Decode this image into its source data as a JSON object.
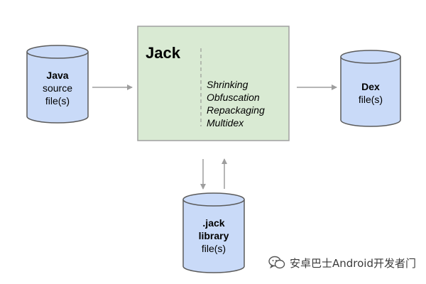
{
  "colors": {
    "cylinder_fill": "#c9daf8",
    "cylinder_stroke": "#5b5b5b",
    "jack_box_fill": "#d9ead3",
    "jack_box_stroke": "#a0a0a0",
    "arrow": "#9e9e9e"
  },
  "java_source": {
    "title": "Java",
    "line2": "source",
    "line3": "file(s)"
  },
  "jack": {
    "title": "Jack",
    "features": [
      "Shrinking",
      "Obfuscation",
      "Repackaging",
      "Multidex"
    ]
  },
  "dex": {
    "title": "Dex",
    "line2": "file(s)"
  },
  "jack_library": {
    "title_line1": ".jack",
    "title_line2": "library",
    "line3": "file(s)"
  },
  "watermark": {
    "text": "安卓巴士Android开发者门",
    "icon": "wechat-bubble-icon"
  }
}
